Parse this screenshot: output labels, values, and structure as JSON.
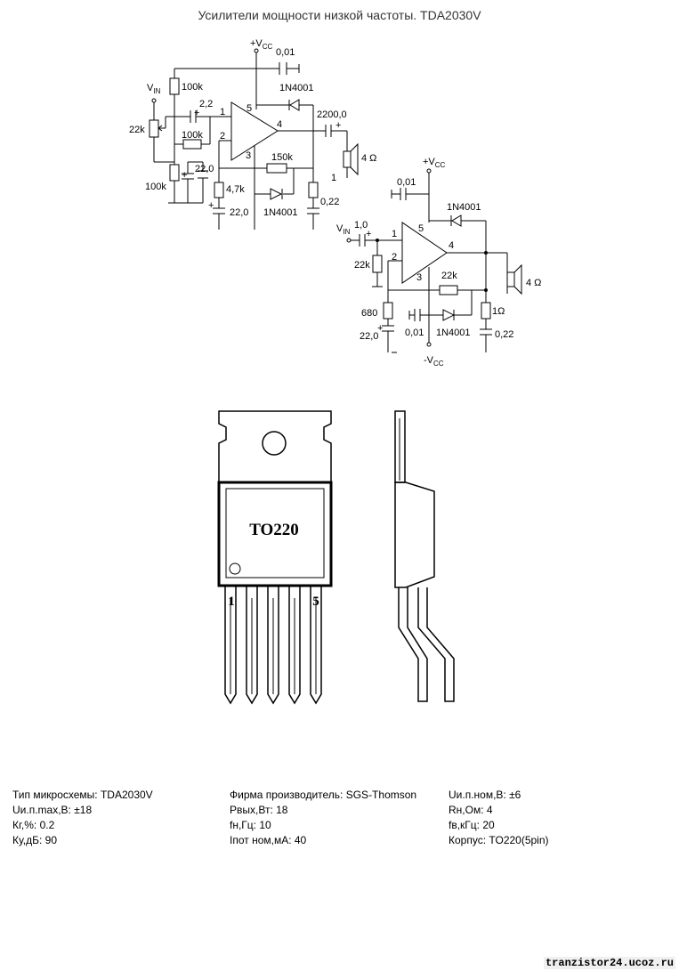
{
  "title": "Усилители мощности низкой частоты. TDA2030V",
  "schematic1": {
    "vcc": "+V",
    "vcc_sub": "CC",
    "vin": "V",
    "vin_sub": "IN",
    "r_top": "100k",
    "pot": "22k",
    "r_bottom": "100k",
    "c_in": "2,2",
    "r_mid": "100k",
    "c_bias": "22,0",
    "c_supply": "0,01",
    "diode_top": "1N4001",
    "diode_bottom": "1N4001",
    "c_out": "2200,0",
    "speaker": "4 Ω",
    "r_fb": "150k",
    "r_gnd": "4,7k",
    "c_gnd": "22,0",
    "r_zobel": "1",
    "c_zobel": "0,22",
    "pin1": "1",
    "pin2": "2",
    "pin3": "3",
    "pin4": "4",
    "pin5": "5"
  },
  "schematic2": {
    "vcc_plus": "+V",
    "vcc_minus": "-V",
    "vcc_sub": "CC",
    "vin": "V",
    "vin_sub": "IN",
    "c_in": "1,0",
    "r_in": "22k",
    "c_supply_top": "0,01",
    "c_supply_bottom": "0,01",
    "diode_top": "1N4001",
    "diode_bottom": "1N4001",
    "r_fb": "22k",
    "r_gnd": "680",
    "c_gnd": "22,0",
    "r_zobel": "1Ω",
    "c_zobel": "0,22",
    "speaker": "4 Ω",
    "pin1": "1",
    "pin2": "2",
    "pin3": "3",
    "pin4": "4",
    "pin5": "5"
  },
  "package": {
    "name": "TO220",
    "pin_first": "1",
    "pin_last": "5"
  },
  "specs": {
    "col1": [
      "Тип микросхемы: TDA2030V",
      "Uи.п.max,В: ±18",
      "Кг,%: 0.2",
      "Ку,дБ: 90"
    ],
    "col2": [
      "Фирма производитель: SGS-Thomson",
      "Рвых,Вт: 18",
      "fн,Гц: 10",
      "Iпот ном,мА: 40"
    ],
    "col3": [
      "Uи.п.ном,В: ±6",
      "Rн,Ом: 4",
      "fв,кГц: 20",
      "Корпус: TO220(5pin)"
    ]
  },
  "footer": "tranzistor24.ucoz.ru"
}
